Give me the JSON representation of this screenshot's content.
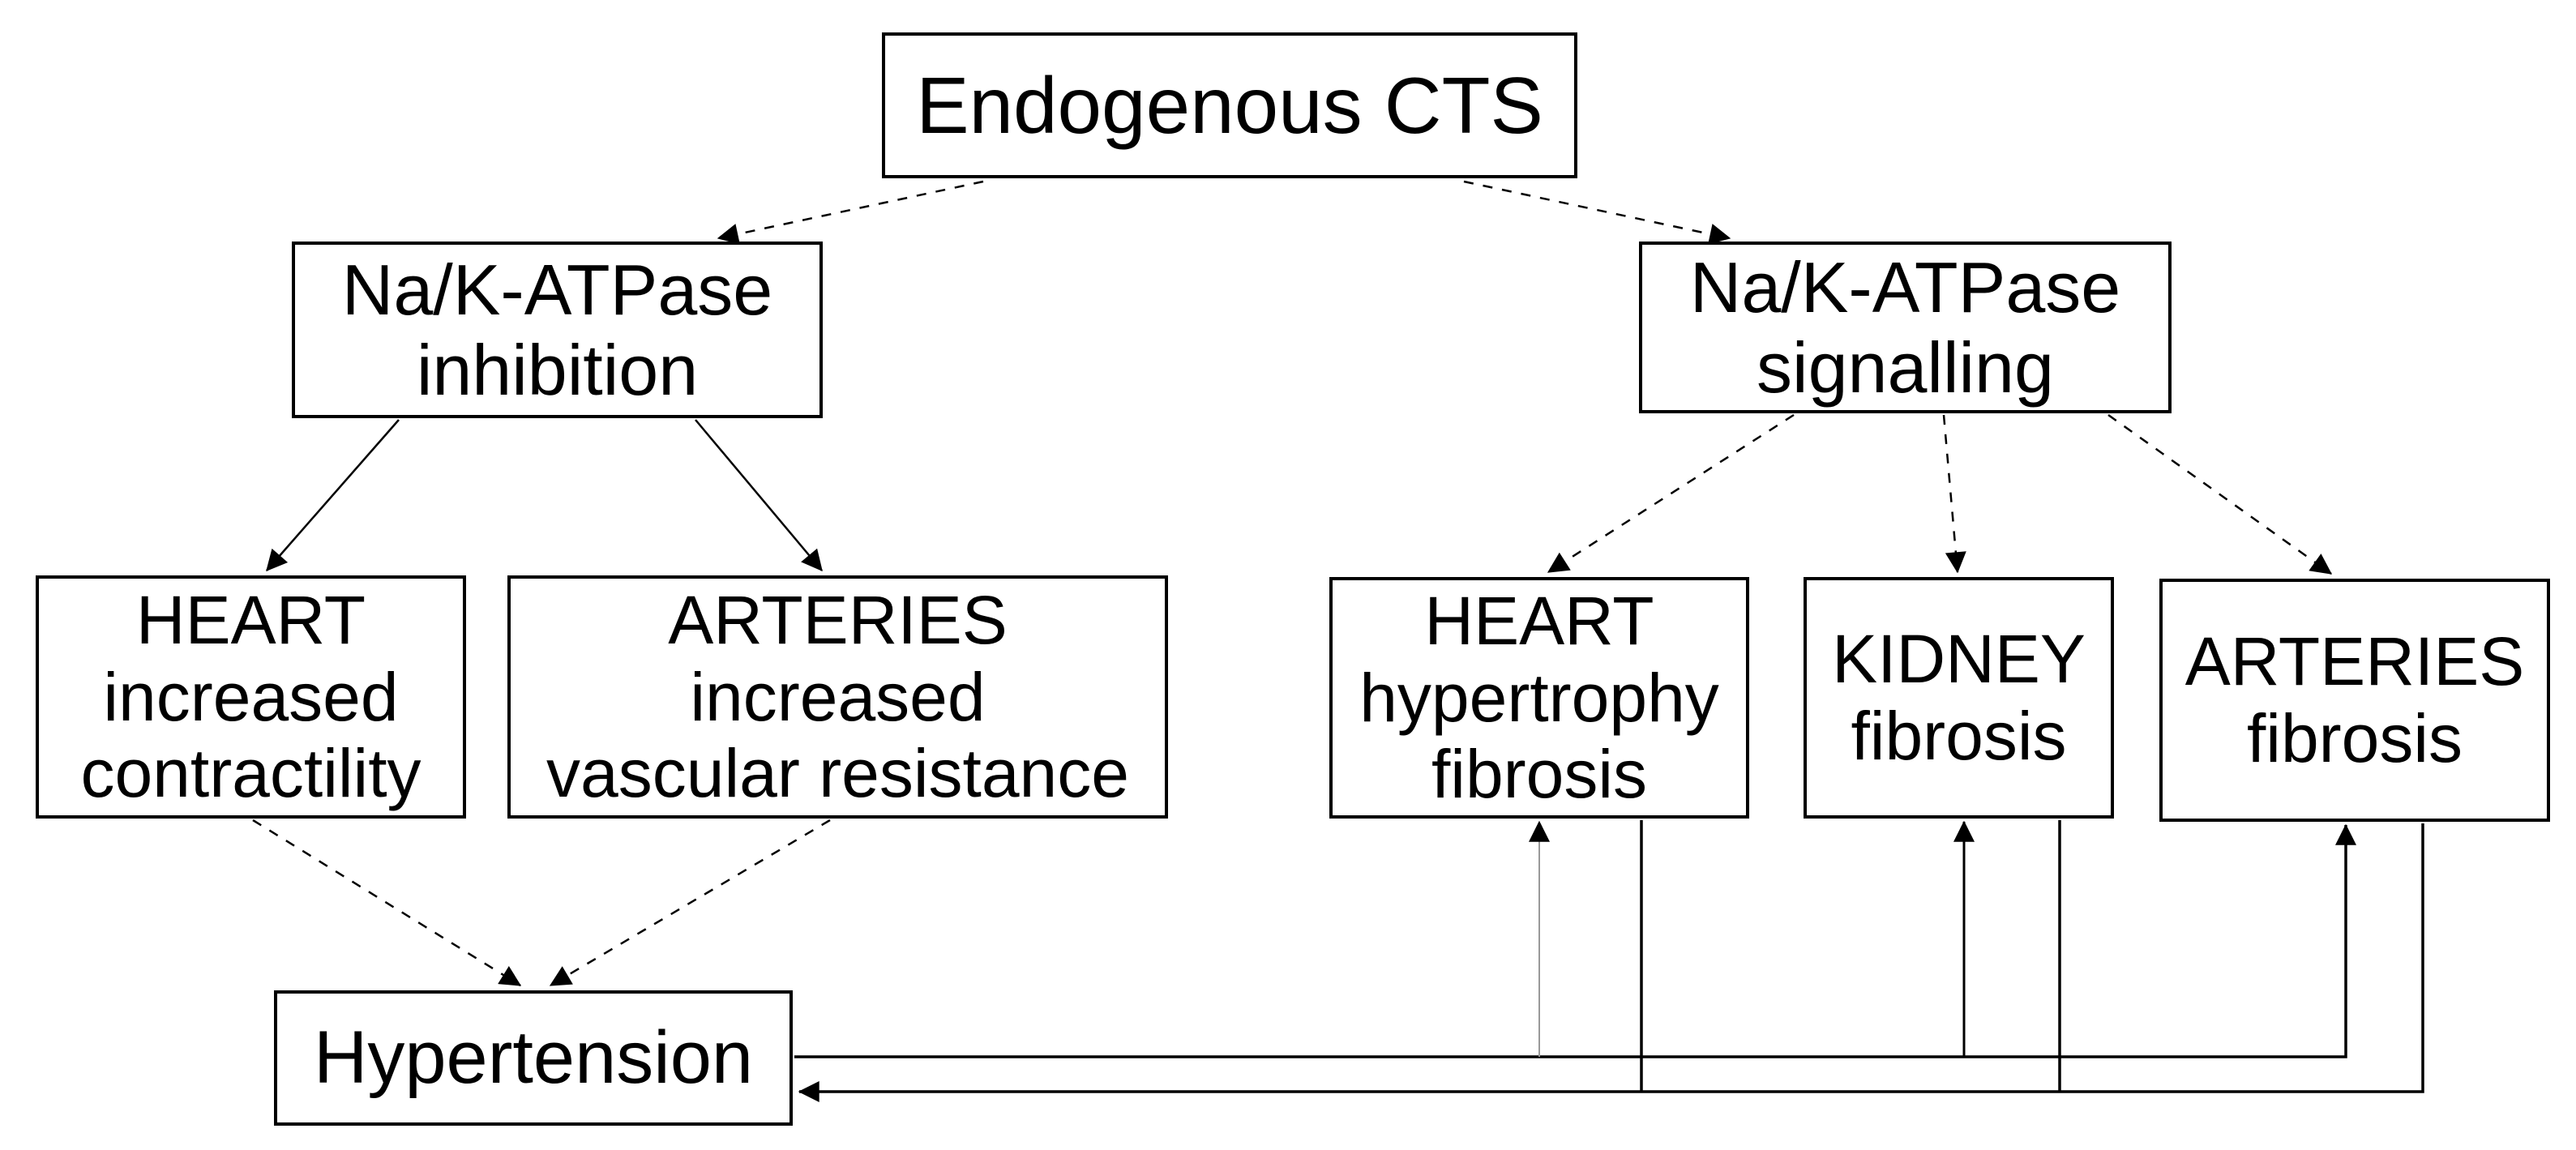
{
  "nodes": {
    "cts": {
      "label": "Endogenous CTS"
    },
    "inhibition": {
      "line1": "Na/K-ATPase",
      "line2": "inhibition"
    },
    "signalling": {
      "line1": "Na/K-ATPase",
      "line2": "signalling"
    },
    "heart_left": {
      "line1": "HEART",
      "line2": "increased",
      "line3": "contractility"
    },
    "arteries_left": {
      "line1": "ARTERIES",
      "line2": "increased",
      "line3": "vascular resistance"
    },
    "heart_right": {
      "line1": "HEART",
      "line2": "hypertrophy",
      "line3": "fibrosis"
    },
    "kidney": {
      "line1": "KIDNEY",
      "line2": "fibrosis"
    },
    "arteries_right": {
      "line1": "ARTERIES",
      "line2": "fibrosis"
    },
    "hypertension": {
      "label": "Hypertension"
    }
  },
  "edges": [
    {
      "from": "Endogenous CTS",
      "to": "Na/K-ATPase inhibition",
      "style": "dashed-arrow"
    },
    {
      "from": "Endogenous CTS",
      "to": "Na/K-ATPase signalling",
      "style": "dashed-arrow"
    },
    {
      "from": "Na/K-ATPase inhibition",
      "to": "HEART increased contractility",
      "style": "solid-arrow"
    },
    {
      "from": "Na/K-ATPase inhibition",
      "to": "ARTERIES increased vascular resistance",
      "style": "solid-arrow"
    },
    {
      "from": "Na/K-ATPase signalling",
      "to": "HEART hypertrophy fibrosis",
      "style": "dashed-arrow"
    },
    {
      "from": "Na/K-ATPase signalling",
      "to": "KIDNEY fibrosis",
      "style": "dashed-arrow"
    },
    {
      "from": "Na/K-ATPase signalling",
      "to": "ARTERIES fibrosis",
      "style": "dashed-arrow"
    },
    {
      "from": "HEART increased contractility",
      "to": "Hypertension",
      "style": "dashed-arrow"
    },
    {
      "from": "ARTERIES increased vascular resistance",
      "to": "Hypertension",
      "style": "dashed-arrow"
    },
    {
      "from": "Hypertension",
      "to": "HEART hypertrophy fibrosis",
      "style": "solid-arrow"
    },
    {
      "from": "Hypertension",
      "to": "KIDNEY fibrosis",
      "style": "solid-arrow"
    },
    {
      "from": "Hypertension",
      "to": "ARTERIES fibrosis",
      "style": "solid-arrow"
    },
    {
      "from": "HEART hypertrophy fibrosis",
      "to": "Hypertension",
      "style": "solid-arrow"
    },
    {
      "from": "KIDNEY fibrosis",
      "to": "Hypertension",
      "style": "solid-arrow"
    },
    {
      "from": "ARTERIES fibrosis",
      "to": "Hypertension",
      "style": "solid-arrow"
    }
  ],
  "colors": {
    "background": "#ffffff",
    "box_fill": "#ffffff",
    "box_border": "#000000",
    "text": "#000000",
    "line": "#000000",
    "light_line": "#999999"
  }
}
